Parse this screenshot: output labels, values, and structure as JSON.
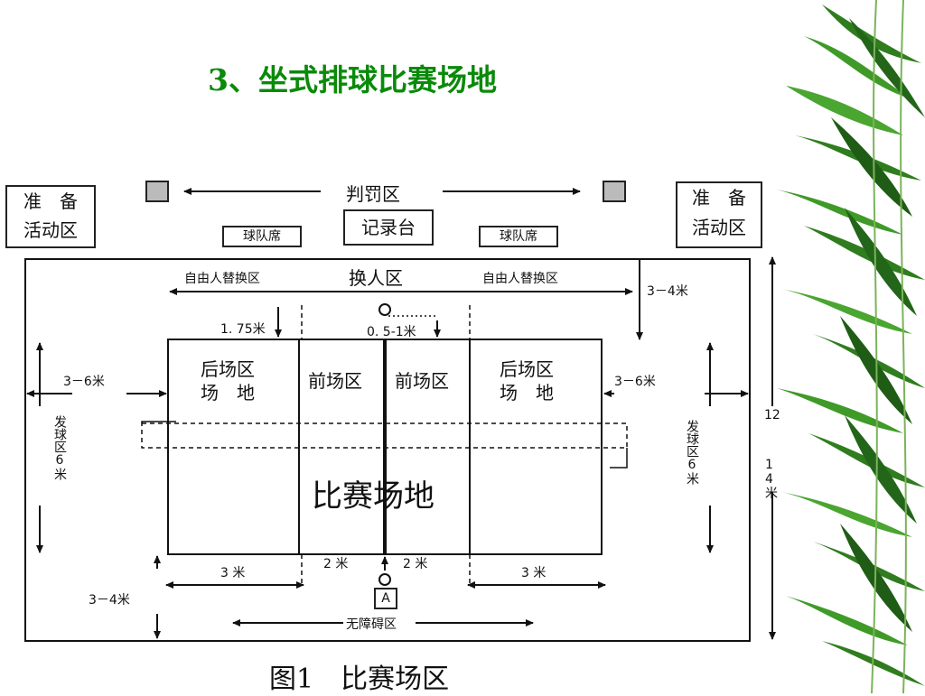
{
  "slide": {
    "title": "3、坐式排球比赛场地",
    "caption": "图1　比赛场区"
  },
  "diagram": {
    "warmup_left_line1": "准　备",
    "warmup_left_line2": "活动区",
    "warmup_right_line1": "准　备",
    "warmup_right_line2": "活动区",
    "penalty_area": "判罚区",
    "scorer_table": "记录台",
    "team_bench_left": "球队席",
    "team_bench_right": "球队席",
    "libero_zone_left": "自由人替换区",
    "libero_zone_right": "自由人替换区",
    "substitution_zone": "换人区",
    "dist_1_75": "1. 75米",
    "dist_05_1": "0. 5-1米",
    "dist_3_4_top": "3－4米",
    "dist_3_6_left": "3－6米",
    "dist_3_6_right": "3－6米",
    "back_zone_left_l1": "后场区",
    "back_zone_left_l2": "场　地",
    "back_zone_right_l1": "后场区",
    "back_zone_right_l2": "场　地",
    "front_zone_left": "前场区",
    "front_zone_right": "前场区",
    "court_center": "比赛场地",
    "service_zone_left": "发球区6米",
    "service_zone_right": "发球区6米",
    "width_12_14_top": "12",
    "width_12_14_bottom": "14米",
    "dist_3_bottom_left": "3 米",
    "dist_3_bottom_right": "3 米",
    "dist_2_left": "2 米",
    "dist_2_right": "2 米",
    "dist_3_4_bottom": "3－4米",
    "referee_box": "A",
    "free_zone": "无障碍区"
  }
}
